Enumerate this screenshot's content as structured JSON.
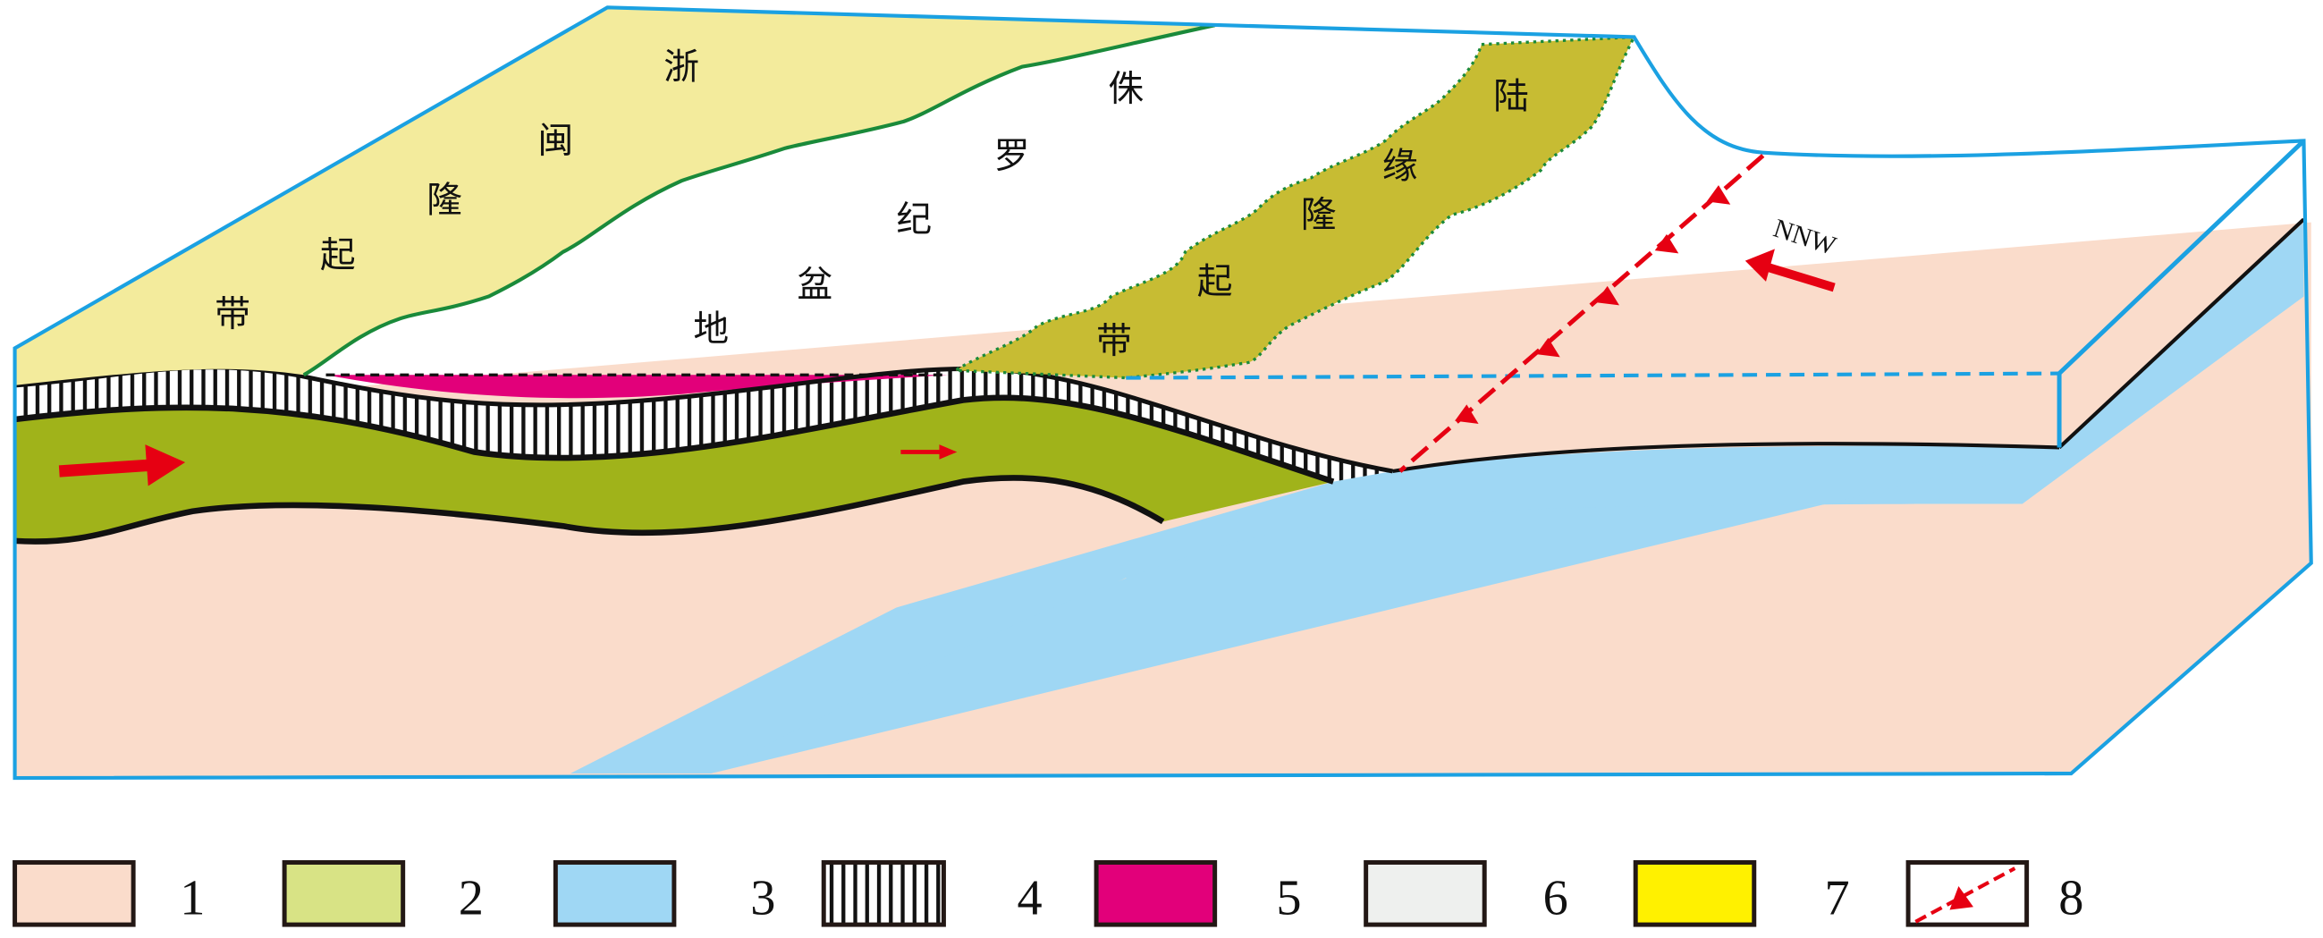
{
  "labels": {
    "zhemin": [
      "浙",
      "闽",
      "隆",
      "起",
      "带"
    ],
    "basin": [
      "侏",
      "罗",
      "纪",
      "盆",
      "地"
    ],
    "margin": [
      "陆",
      "缘",
      "隆",
      "起",
      "带"
    ],
    "direction": "NNW"
  },
  "legend": [
    {
      "number": "1",
      "color": "#FADCCB"
    },
    {
      "number": "2",
      "color": "#D8E385"
    },
    {
      "number": "3",
      "color": "hatch"
    },
    {
      "number": "4",
      "color": "#9FD7F4"
    },
    {
      "number": "5",
      "color": "#E2007A"
    },
    {
      "number": "6",
      "color": "#EEF0EE"
    },
    {
      "number": "7",
      "color": "#FFF100"
    },
    {
      "number": "8",
      "color": "fault"
    }
  ],
  "colors": {
    "basement": "#FADCCB",
    "green": "#A0B31A",
    "blue": "#9FD7F4",
    "magenta": "#E2007A",
    "yellow": "#F3EB9C",
    "olive": "#C7BC33",
    "red": "#E60012",
    "frame": "#1BA1E2"
  }
}
